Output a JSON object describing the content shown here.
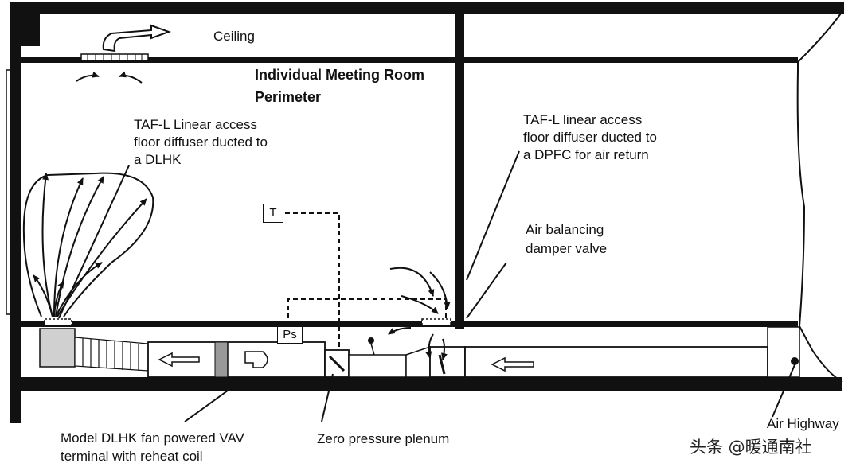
{
  "labels": {
    "ceiling": "Ceiling",
    "title_line1": "Individual Meeting Room",
    "title_line2": "Perimeter",
    "taf_left": [
      "TAF-L Linear access",
      "floor diffuser ducted to",
      "a  DLHK"
    ],
    "taf_right": [
      "TAF-L linear access",
      "floor diffuser ducted to",
      "a  DPFC for air return"
    ],
    "air_balancing": [
      "Air balancing",
      "damper valve"
    ],
    "dlhk": [
      "Model DLHK fan powered VAV",
      "terminal with reheat coil"
    ],
    "zero_pressure": "Zero pressure plenum",
    "air_highway": "Air Highway",
    "thermostat": "T",
    "pressure_sensor": "Ps"
  },
  "watermark": "头条 @暖通南社"
}
